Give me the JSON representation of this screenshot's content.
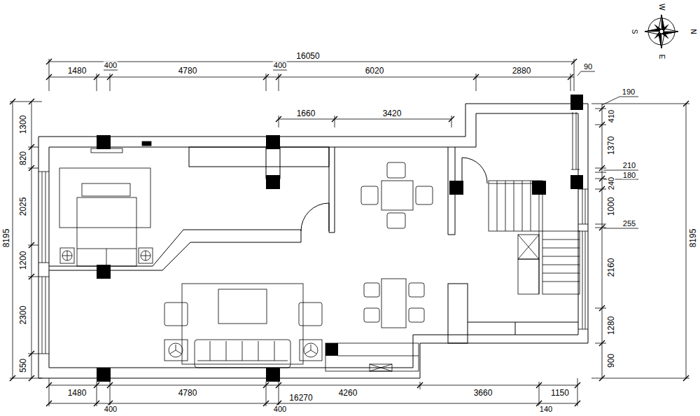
{
  "diagram": {
    "labels": [
      "16050",
      "1480",
      "400",
      "4780",
      "400",
      "6020",
      "2880",
      "90",
      "190",
      "1660",
      "3420",
      "1300",
      "820",
      "2025",
      "1200",
      "2300",
      "550",
      "8195",
      "410",
      "1370",
      "210",
      "180",
      "240",
      "1000",
      "255",
      "2160",
      "1280",
      "900",
      "8195",
      "1480",
      "4780",
      "4260",
      "3660",
      "1150",
      "400",
      "400",
      "16270",
      "140",
      "W",
      "S",
      "N",
      "E"
    ]
  }
}
